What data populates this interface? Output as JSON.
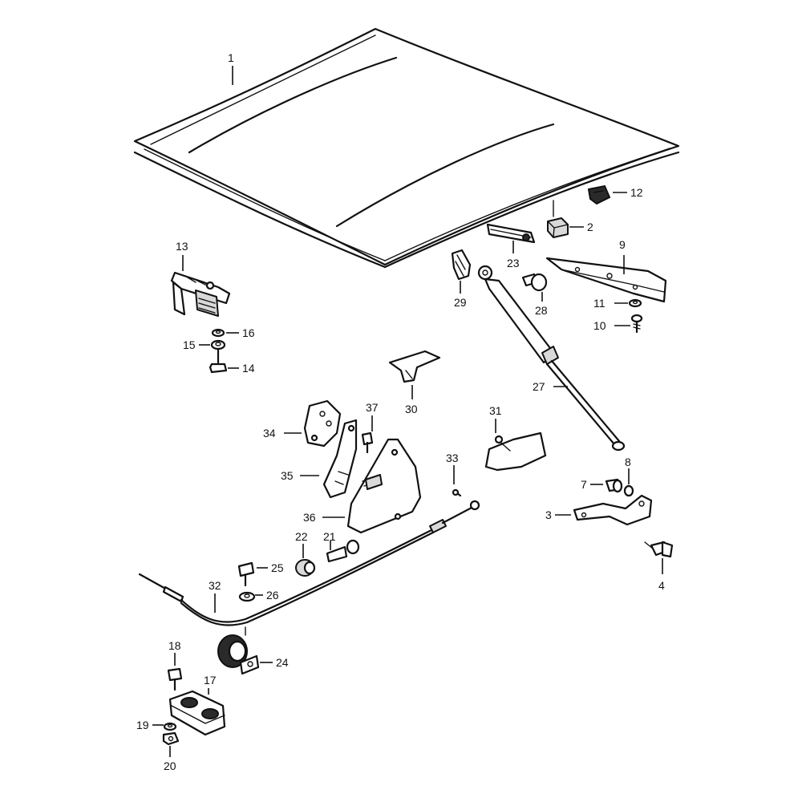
{
  "callouts": {
    "n1": "1",
    "n2": "2",
    "n3": "3",
    "n4": "4",
    "n7": "7",
    "n8": "8",
    "n9": "9",
    "n10": "10",
    "n11": "11",
    "n12": "12",
    "n13": "13",
    "n14": "14",
    "n15": "15",
    "n16": "16",
    "n17": "17",
    "n18": "18",
    "n19": "19",
    "n20": "20",
    "n21": "21",
    "n22": "22",
    "n23": "23",
    "n24": "24",
    "n25": "25",
    "n26": "26",
    "n27": "27",
    "n28": "28",
    "n29": "29",
    "n30": "30",
    "n31": "31",
    "n32": "32",
    "n33": "33",
    "n34": "34",
    "n35": "35",
    "n36": "36",
    "n37": "37"
  }
}
